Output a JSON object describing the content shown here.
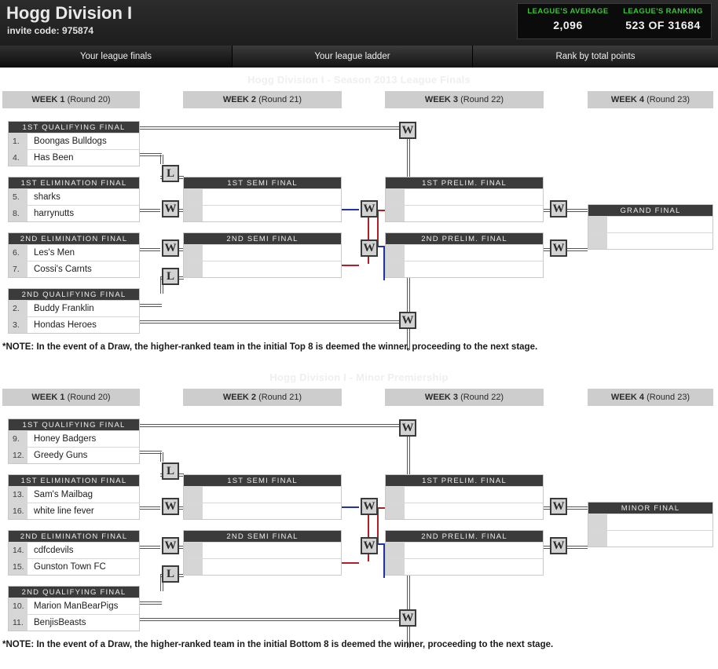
{
  "header": {
    "league_title": "Hogg Division I",
    "invite_label": "invite code: 975874",
    "stats": [
      {
        "label": "LEAGUE'S AVERAGE",
        "value": "2,096"
      },
      {
        "label": "LEAGUE'S RANKING",
        "value": "523 OF 31684"
      }
    ]
  },
  "tabs": [
    {
      "label": "Your league finals",
      "active": true
    },
    {
      "label": "Your league ladder",
      "active": false
    },
    {
      "label": "Rank by total points",
      "active": false
    }
  ],
  "colors": {
    "accent_green": "#3cc43c",
    "header_dark": "#242424",
    "title_bar": "#3b3b3b",
    "week_head": "#cdcdcd",
    "line_blue": "#2233aa",
    "line_red": "#b01f24"
  },
  "sections": [
    {
      "watermark": "Hogg Division I - Season 2013 League Finals",
      "weeks": [
        {
          "week": "WEEK 1",
          "round": "(Round 20)"
        },
        {
          "week": "WEEK 2",
          "round": "(Round 21)"
        },
        {
          "week": "WEEK 3",
          "round": "(Round 22)"
        },
        {
          "week": "WEEK 4",
          "round": "(Round 23)"
        }
      ],
      "week1": [
        {
          "title": "1ST QUALIFYING FINAL",
          "rows": [
            {
              "rank": "1.",
              "team": "Boongas Bulldogs"
            },
            {
              "rank": "4.",
              "team": "Has Been"
            }
          ]
        },
        {
          "title": "1ST ELIMINATION FINAL",
          "rows": [
            {
              "rank": "5.",
              "team": "sharks"
            },
            {
              "rank": "8.",
              "team": "harrynutts"
            }
          ]
        },
        {
          "title": "2ND ELIMINATION FINAL",
          "rows": [
            {
              "rank": "6.",
              "team": "Les's Men"
            },
            {
              "rank": "7.",
              "team": "Cossi's Carnts"
            }
          ]
        },
        {
          "title": "2ND QUALIFYING FINAL",
          "rows": [
            {
              "rank": "2.",
              "team": "Buddy Franklin"
            },
            {
              "rank": "3.",
              "team": "Hondas Heroes"
            }
          ]
        }
      ],
      "week2": [
        {
          "title": "1ST SEMI FINAL",
          "rows": [
            {
              "rank": "",
              "team": ""
            },
            {
              "rank": "",
              "team": ""
            }
          ]
        },
        {
          "title": "2ND SEMI FINAL",
          "rows": [
            {
              "rank": "",
              "team": ""
            },
            {
              "rank": "",
              "team": ""
            }
          ]
        }
      ],
      "week3": [
        {
          "title": "1ST PRELIM. FINAL",
          "rows": [
            {
              "rank": "",
              "team": ""
            },
            {
              "rank": "",
              "team": ""
            }
          ]
        },
        {
          "title": "2ND PRELIM. FINAL",
          "rows": [
            {
              "rank": "",
              "team": ""
            },
            {
              "rank": "",
              "team": ""
            }
          ]
        }
      ],
      "week4": [
        {
          "title": "GRAND FINAL",
          "rows": [
            {
              "rank": "",
              "team": ""
            },
            {
              "rank": "",
              "team": ""
            }
          ]
        }
      ],
      "badges": [
        "W",
        "L",
        "W",
        "W",
        "L",
        "W",
        "W",
        "W",
        "W",
        "W",
        "W"
      ],
      "note": "*NOTE: In the event of a Draw, the higher-ranked team in the initial Top 8 is deemed the winner, proceeding to the next stage."
    },
    {
      "watermark": "Hogg Division I - Minor Premiership",
      "weeks": [
        {
          "week": "WEEK 1",
          "round": "(Round 20)"
        },
        {
          "week": "WEEK 2",
          "round": "(Round 21)"
        },
        {
          "week": "WEEK 3",
          "round": "(Round 22)"
        },
        {
          "week": "WEEK 4",
          "round": "(Round 23)"
        }
      ],
      "week1": [
        {
          "title": "1ST QUALIFYING FINAL",
          "rows": [
            {
              "rank": "9.",
              "team": "Honey Badgers"
            },
            {
              "rank": "12.",
              "team": "Greedy Guns"
            }
          ]
        },
        {
          "title": "1ST ELIMINATION FINAL",
          "rows": [
            {
              "rank": "13.",
              "team": "Sam's Mailbag"
            },
            {
              "rank": "16.",
              "team": "white line fever"
            }
          ]
        },
        {
          "title": "2ND ELIMINATION FINAL",
          "rows": [
            {
              "rank": "14.",
              "team": "cdfcdevils"
            },
            {
              "rank": "15.",
              "team": "Gunston Town FC"
            }
          ]
        },
        {
          "title": "2ND QUALIFYING FINAL",
          "rows": [
            {
              "rank": "10.",
              "team": "Marion ManBearPigs"
            },
            {
              "rank": "11.",
              "team": "BenjisBeasts"
            }
          ]
        }
      ],
      "week2": [
        {
          "title": "1ST SEMI FINAL",
          "rows": [
            {
              "rank": "",
              "team": ""
            },
            {
              "rank": "",
              "team": ""
            }
          ]
        },
        {
          "title": "2ND SEMI FINAL",
          "rows": [
            {
              "rank": "",
              "team": ""
            },
            {
              "rank": "",
              "team": ""
            }
          ]
        }
      ],
      "week3": [
        {
          "title": "1ST PRELIM. FINAL",
          "rows": [
            {
              "rank": "",
              "team": ""
            },
            {
              "rank": "",
              "team": ""
            }
          ]
        },
        {
          "title": "2ND PRELIM. FINAL",
          "rows": [
            {
              "rank": "",
              "team": ""
            },
            {
              "rank": "",
              "team": ""
            }
          ]
        }
      ],
      "week4": [
        {
          "title": "MINOR FINAL",
          "rows": [
            {
              "rank": "",
              "team": ""
            },
            {
              "rank": "",
              "team": ""
            }
          ]
        }
      ],
      "badges": [
        "W",
        "L",
        "W",
        "W",
        "L",
        "W",
        "W",
        "W",
        "W",
        "W",
        "W"
      ],
      "note": "*NOTE: In the event of a Draw, the higher-ranked team in the initial Bottom 8 is deemed the winner, proceeding to the next stage."
    }
  ]
}
